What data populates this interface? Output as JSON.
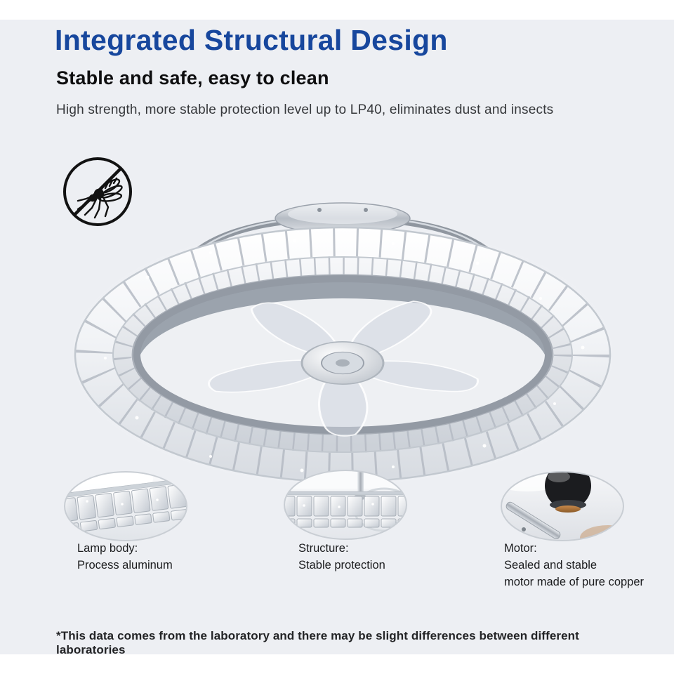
{
  "header": {
    "title": "Integrated Structural Design",
    "subtitle": "Stable and safe, easy to clean",
    "description": "High strength, more stable protection level up to LP40, eliminates dust and insects"
  },
  "features": [
    {
      "label": "Lamp body:",
      "detail": "Process aluminum"
    },
    {
      "label": "Structure:",
      "detail": "Stable protection"
    },
    {
      "label": "Motor:",
      "detail": "Sealed and stable\nmotor made of pure copper"
    }
  ],
  "footnote": "*This data comes from the laboratory and there may be slight differences between different laboratories",
  "icons": {
    "no_mosquito": "no-mosquito-icon",
    "product": "crystal-ring-ceiling-fan-photo",
    "callouts": [
      "lamp-body-photo",
      "structure-photo",
      "motor-photo"
    ]
  },
  "colors": {
    "title_blue": "#17479d",
    "background": "#edeff3",
    "text_dark": "#1b1c1e",
    "chrome": "#b9bfc7",
    "copper": "#b87333"
  }
}
